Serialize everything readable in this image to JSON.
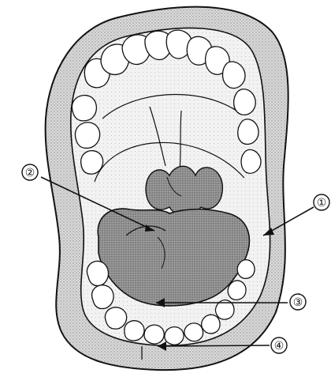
{
  "diagram": {
    "callouts": [
      {
        "id": "1",
        "label": "①"
      },
      {
        "id": "2",
        "label": "②"
      },
      {
        "id": "3",
        "label": "③"
      },
      {
        "id": "4",
        "label": "④"
      }
    ]
  },
  "colors": {
    "outline": "#111111",
    "lip": "#cfcfcf",
    "cavity": "#ececec",
    "tongue": "#9a9a9a",
    "throat": "#555555",
    "teeth": "#ffffff"
  }
}
